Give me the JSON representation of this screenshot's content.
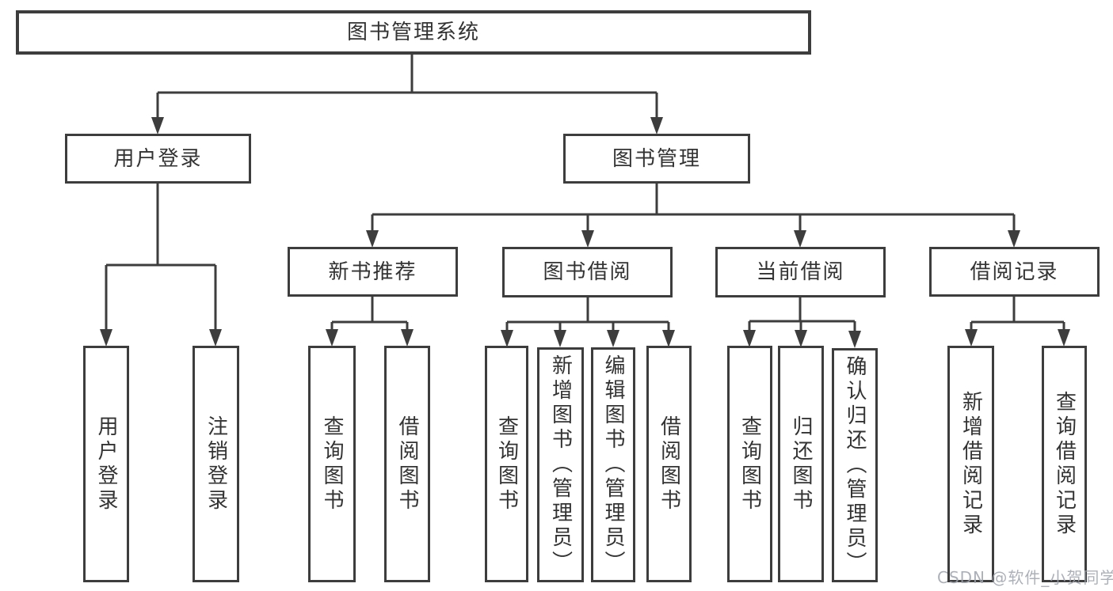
{
  "diagram": {
    "nodes": {
      "root": "图书管理系统",
      "userLogin": "用户登录",
      "bookMgmt": "图书管理",
      "newBooks": "新书推荐",
      "bookBorrow": "图书借阅",
      "currentBorrow": "当前借阅",
      "borrowRecords": "借阅记录",
      "userLoginLeaf": "用户登录",
      "logout": "注销登录",
      "queryBooksA": "查询图书",
      "borrowBooksA": "借阅图书",
      "queryBooksB": "查询图书",
      "addBooks": "新增图书（管理员）",
      "editBooks": "编辑图书（管理员）",
      "borrowBooksB": "借阅图书",
      "queryBooksC": "查询图书",
      "returnBooks": "归还图书",
      "confirmReturn": "确认归还（管理员）",
      "addBorrowRecord": "新增借阅记录",
      "queryBorrowRecord": "查询借阅记录"
    },
    "colors": {
      "line": "#3d3d3d",
      "text": "#333333",
      "background": "#ffffff",
      "watermark": "#9ea3ad"
    }
  },
  "watermark": "CSDN @软件_小贺同学"
}
